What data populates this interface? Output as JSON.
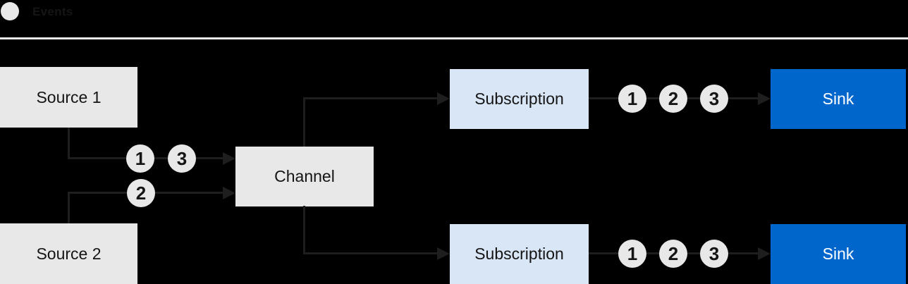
{
  "colors": {
    "background": "#000000",
    "node_gray": "#e8e8e8",
    "subscription_blue": "#d9e6f6",
    "sink_blue": "#0066cc",
    "line": "#1e1e1e",
    "text_dark": "#151515",
    "text_light": "#ffffff",
    "divider": "#e9e9e9"
  },
  "legend": {
    "label": "Events",
    "swatch_icon": "event-circle-icon"
  },
  "nodes": {
    "source1": "Source 1",
    "source2": "Source 2",
    "channel": "Channel",
    "subscription_top": "Subscription",
    "subscription_bottom": "Subscription",
    "sink_top": "Sink",
    "sink_bottom": "Sink"
  },
  "event_markers": {
    "source1_to_channel": [
      "1",
      "3"
    ],
    "source2_to_channel": [
      "2"
    ],
    "subscription_top_to_sink": [
      "1",
      "2",
      "3"
    ],
    "subscription_bottom_to_sink": [
      "1",
      "2",
      "3"
    ]
  }
}
